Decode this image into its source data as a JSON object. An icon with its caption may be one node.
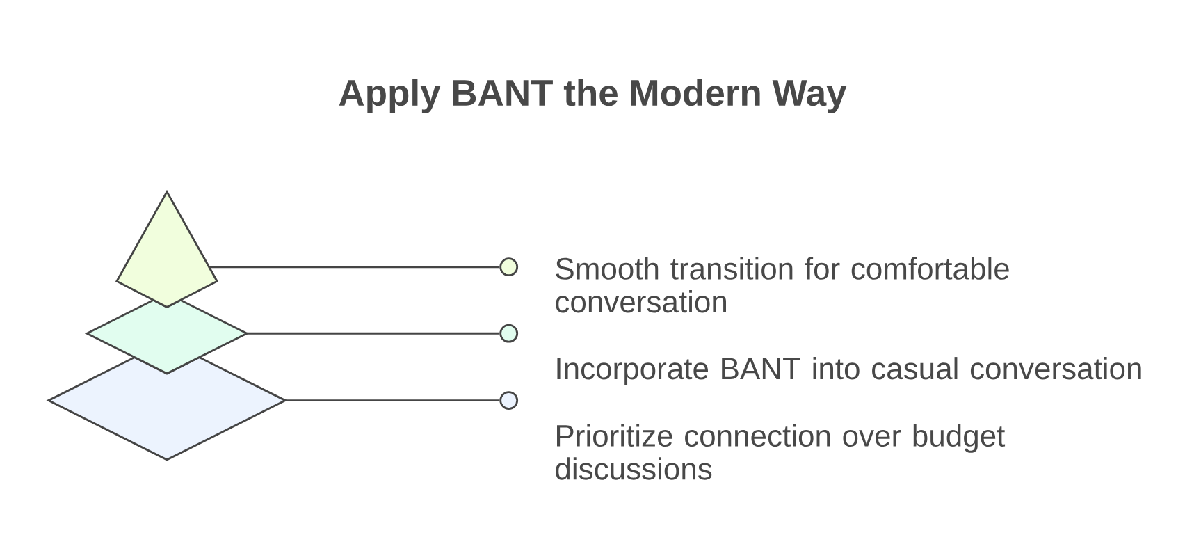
{
  "diagram": {
    "title": "Apply BANT the Modern Way",
    "nodes": [
      {
        "text": [],
        "shape": "kite"
      },
      {
        "text": [],
        "shape": "diamond"
      },
      {
        "text": [],
        "shape": "diamond"
      },
      {
        "text": [],
        "shape": "circle",
        "beside": [
          "Smooth transition for comfortable conversation"
        ]
      },
      {
        "text": [],
        "shape": "circle",
        "beside": [
          "Incorporate BANT into casual conversation"
        ]
      },
      {
        "text": [],
        "shape": "circle",
        "beside": [
          "Prioritize connection over budget discussions"
        ]
      }
    ],
    "edges": [
      {
        "from": 0,
        "to": 3,
        "arrow": "none"
      },
      {
        "from": 1,
        "to": 4,
        "arrow": "none"
      },
      {
        "from": 2,
        "to": 5,
        "arrow": "none"
      }
    ]
  }
}
